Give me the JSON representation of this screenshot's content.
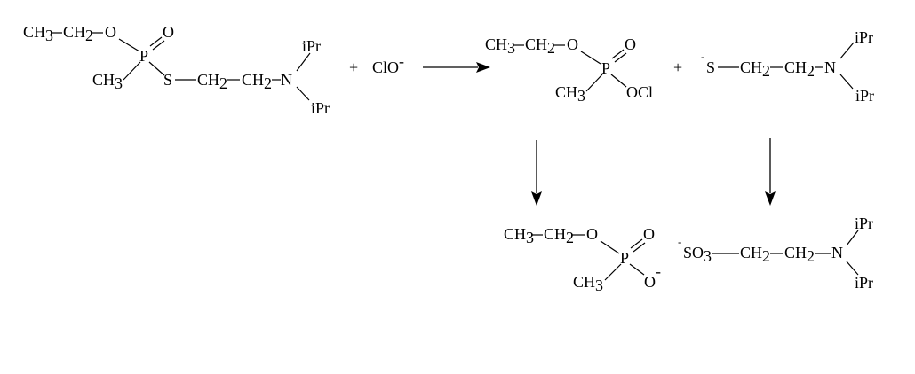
{
  "reactant": {
    "ch3": "CH",
    "ch3_sub": "3",
    "ch2": "CH",
    "ch2_sub": "2",
    "o": "O",
    "p": "P",
    "dbl_o": "O",
    "methyl": "CH",
    "methyl_sub": "3",
    "s": "S",
    "ch2_a": "CH",
    "ch2_a_sub": "2",
    "ch2_b": "CH",
    "ch2_b_sub": "2",
    "n": "N",
    "ipr_top": "iPr",
    "ipr_bottom": "iPr"
  },
  "reagent": {
    "plus": "+",
    "formula": "ClO",
    "charge": "-"
  },
  "intermediate_phosphorus": {
    "ch3": "CH",
    "ch3_sub": "3",
    "ch2": "CH",
    "ch2_sub": "2",
    "o": "O",
    "p": "P",
    "dbl_o": "O",
    "methyl": "CH",
    "methyl_sub": "3",
    "ocl": "OCl"
  },
  "plus_middle": "+",
  "intermediate_thiolate": {
    "charge": "-",
    "s": "S",
    "ch2_a": "CH",
    "ch2_a_sub": "2",
    "ch2_b": "CH",
    "ch2_b_sub": "2",
    "n": "N",
    "ipr_top": "iPr",
    "ipr_bottom": "iPr"
  },
  "product_phosphonate": {
    "ch3": "CH",
    "ch3_sub": "3",
    "ch2": "CH",
    "ch2_sub": "2",
    "o": "O",
    "p": "P",
    "dbl_o": "O",
    "methyl": "CH",
    "methyl_sub": "3",
    "o_minus": "O",
    "o_minus_charge": "-"
  },
  "product_sulfonate": {
    "charge": "-",
    "so3": "SO",
    "so3_sub": "3",
    "ch2_a": "CH",
    "ch2_a_sub": "2",
    "ch2_b": "CH",
    "ch2_b_sub": "2",
    "n": "N",
    "ipr_top": "iPr",
    "ipr_bottom": "iPr"
  },
  "style": {
    "text_color": "#000000",
    "background": "#ffffff"
  }
}
